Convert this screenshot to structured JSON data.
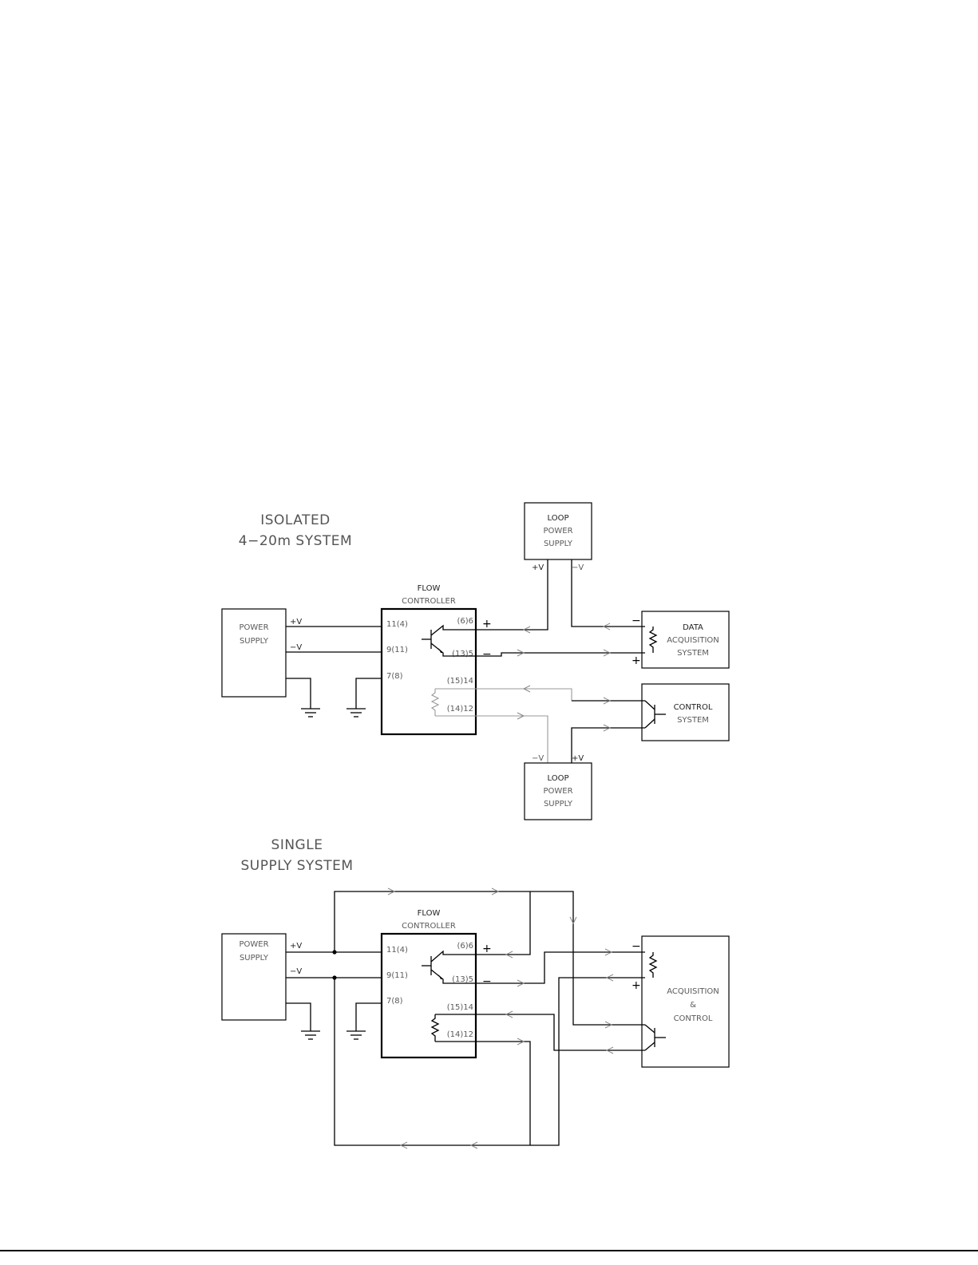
{
  "diagram": {
    "isolated": {
      "title_line1": "ISOLATED",
      "title_line2": "4−20m  SYSTEM",
      "power_supply": {
        "line1": "POWER",
        "line2": "SUPPLY",
        "plus": "+V",
        "minus": "−V"
      },
      "flow_controller": {
        "line1": "FLOW",
        "line2": "CONTROLLER",
        "pins_left": [
          "11(4)",
          "9(11)",
          "7(8)"
        ],
        "pins_right": [
          "(6)6",
          "(13)5",
          "(15)14",
          "(14)12"
        ]
      },
      "loop_supply_top": {
        "line1": "LOOP",
        "line2": "POWER",
        "line3": "SUPPLY",
        "plus": "+V",
        "minus": "−V"
      },
      "loop_supply_bottom": {
        "line1": "LOOP",
        "line2": "POWER",
        "line3": "SUPPLY",
        "plus": "+V",
        "minus": "−V"
      },
      "data_acquisition": {
        "line1": "DATA",
        "line2": "ACQUISITION",
        "line3": "SYSTEM"
      },
      "control_system": {
        "line1": "CONTROL",
        "line2": "SYSTEM"
      },
      "signs": {
        "plus": "+",
        "minus": "−"
      }
    },
    "single": {
      "title_line1": "SINGLE",
      "title_line2": "SUPPLY  SYSTEM",
      "power_supply": {
        "line1": "POWER",
        "line2": "SUPPLY",
        "plus": "+V",
        "minus": "−V"
      },
      "flow_controller": {
        "line1": "FLOW",
        "line2": "CONTROLLER",
        "pins_left": [
          "11(4)",
          "9(11)",
          "7(8)"
        ],
        "pins_right": [
          "(6)6",
          "(13)5",
          "(15)14",
          "(14)12"
        ]
      },
      "acquisition_control": {
        "line1": "ACQUISITION",
        "line2": "&",
        "line3": "CONTROL"
      },
      "signs": {
        "plus": "+",
        "minus": "−"
      }
    }
  }
}
